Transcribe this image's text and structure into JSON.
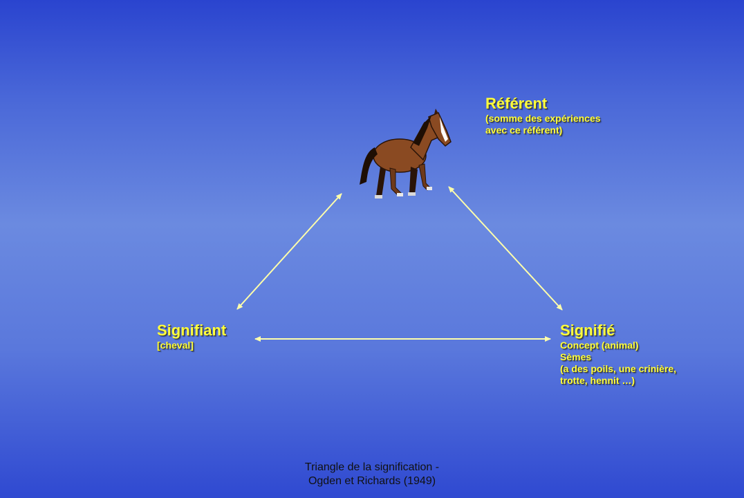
{
  "referent": {
    "title": "Référent",
    "lines": [
      "(somme des expériences",
      "avec ce référent)"
    ]
  },
  "signifiant": {
    "title": "Signifiant",
    "lines": [
      "[cheval]"
    ]
  },
  "signifie": {
    "title": "Signifié",
    "lines": [
      "Concept (animal)",
      "Sèmes",
      "(a des poils, une crinière,",
      "trotte, hennit …)"
    ]
  },
  "caption": {
    "lines": [
      "Triangle de la signification -",
      "Ogden et Richards (1949)"
    ]
  },
  "colors": {
    "label": "#ffff3c",
    "arrow": "#ffffaa"
  },
  "icons": {
    "referent_image": "horse-illustration"
  }
}
